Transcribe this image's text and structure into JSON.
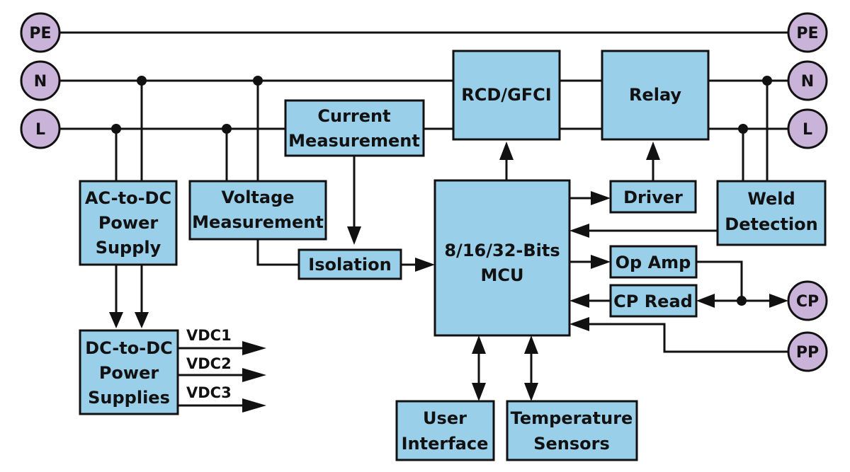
{
  "terminals": {
    "pe_left": "PE",
    "n_left": "N",
    "l_left": "L",
    "pe_right": "PE",
    "n_right": "N",
    "l_right": "L",
    "cp": "CP",
    "pp": "PP"
  },
  "blocks": {
    "ac_dc": [
      "AC-to-DC",
      "Power",
      "Supply"
    ],
    "dc_dc": [
      "DC-to-DC",
      "Power",
      "Supplies"
    ],
    "voltage_meas": [
      "Voltage",
      "Measurement"
    ],
    "current_meas": [
      "Current",
      "Measurement"
    ],
    "isolation": [
      "Isolation"
    ],
    "rcd": [
      "RCD/GFCI"
    ],
    "relay": [
      "Relay"
    ],
    "mcu": [
      "8/16/32-Bits",
      "MCU"
    ],
    "driver": [
      "Driver"
    ],
    "weld": [
      "Weld",
      "Detection"
    ],
    "op_amp": [
      "Op Amp"
    ],
    "cp_read": [
      "CP Read"
    ],
    "user_interface": [
      "User",
      "Interface"
    ],
    "temp_sensors": [
      "Temperature",
      "Sensors"
    ]
  },
  "outputs": {
    "vdc1": "VDC1",
    "vdc2": "VDC2",
    "vdc3": "VDC3"
  },
  "colors": {
    "block_fill": "#9acfea",
    "terminal_fill": "#c9b3d9",
    "line": "#111111"
  }
}
